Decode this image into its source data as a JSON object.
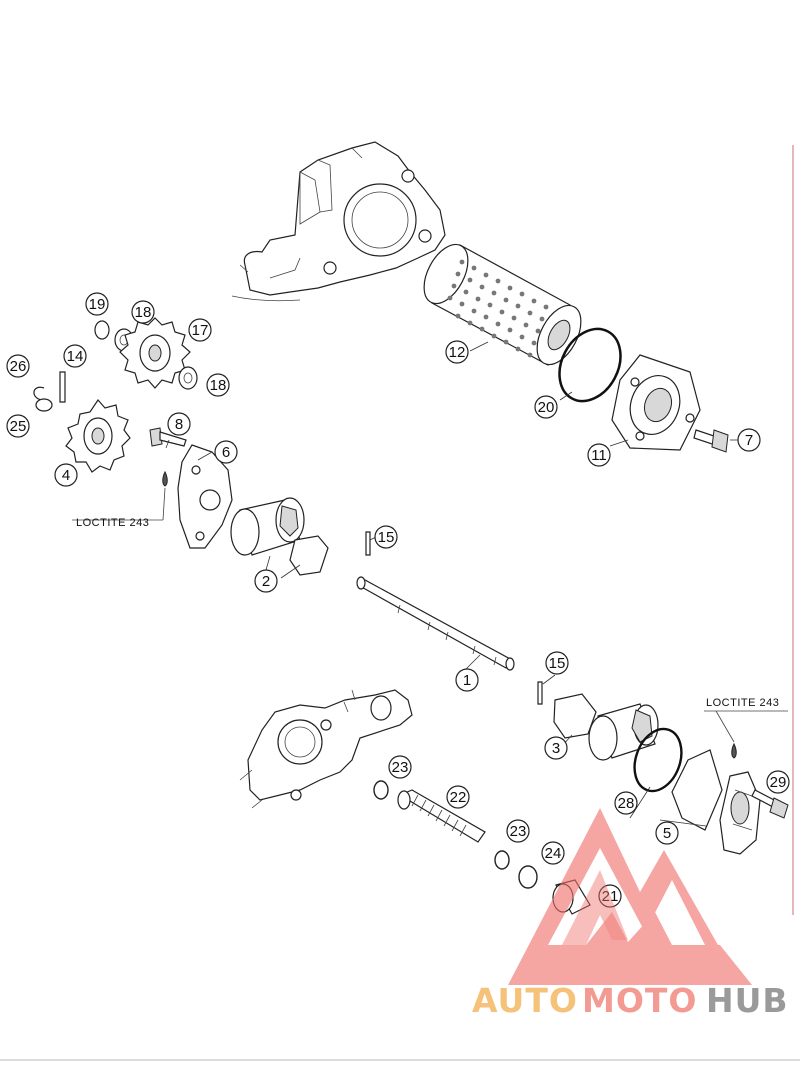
{
  "diagram": {
    "loctite_labels": [
      "LOCTITE 243",
      "LOCTITE 243"
    ],
    "callouts": [
      "1",
      "2",
      "3",
      "4",
      "5",
      "6",
      "7",
      "8",
      "11",
      "12",
      "14",
      "15",
      "15",
      "17",
      "18",
      "18",
      "19",
      "20",
      "21",
      "22",
      "23",
      "23",
      "24",
      "25",
      "26",
      "28",
      "29"
    ]
  },
  "watermark": {
    "brand": "AUTOMOTOHUB",
    "part1": "AUTO",
    "part2": "MOTO",
    "part3": "HUB",
    "colors": {
      "auto": "#f6c27a",
      "moto": "#f39a93",
      "hub": "#9a9a9a",
      "logo": "#ef6f6a"
    }
  }
}
